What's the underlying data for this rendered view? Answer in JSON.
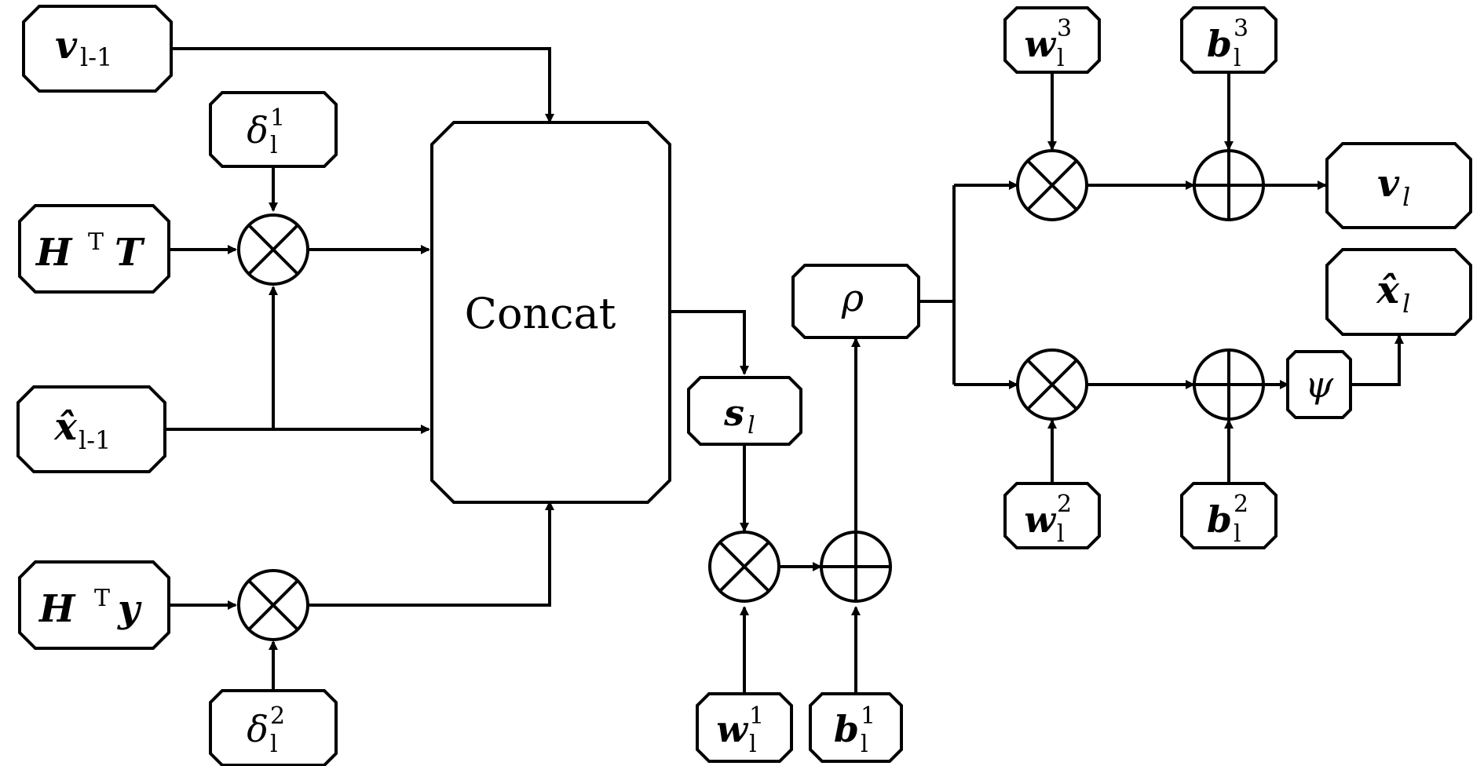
{
  "diagram": {
    "nodes": {
      "v_prev": {
        "main": "v",
        "sub": "l-1"
      },
      "delta1": {
        "main": "δ",
        "sub": "l",
        "sup": "1"
      },
      "HTT": {
        "part1": "H",
        "sup": "T",
        "part2": "T"
      },
      "x_prev": {
        "main": "x̂",
        "sub": "l-1"
      },
      "HTy": {
        "part1": "H",
        "sup": "T",
        "part2": "y"
      },
      "delta2": {
        "main": "δ",
        "sub": "l",
        "sup": "2"
      },
      "concat": {
        "label": "Concat"
      },
      "s_l": {
        "main": "s",
        "sub": "l"
      },
      "w1": {
        "main": "w",
        "sub": "l",
        "sup": "1"
      },
      "b1": {
        "main": "b",
        "sub": "l",
        "sup": "1"
      },
      "rho": {
        "label": "ρ"
      },
      "w3": {
        "main": "w",
        "sub": "l",
        "sup": "3"
      },
      "b3": {
        "main": "b",
        "sub": "l",
        "sup": "3"
      },
      "v_out": {
        "main": "v",
        "sub": "l"
      },
      "x_out": {
        "main": "x̂",
        "sub": "l"
      },
      "w2": {
        "main": "w",
        "sub": "l",
        "sup": "2"
      },
      "b2": {
        "main": "b",
        "sub": "l",
        "sup": "2"
      },
      "psi": {
        "label": "ψ"
      }
    },
    "operators": {
      "multiply": "⊗",
      "add": "⊕"
    }
  }
}
